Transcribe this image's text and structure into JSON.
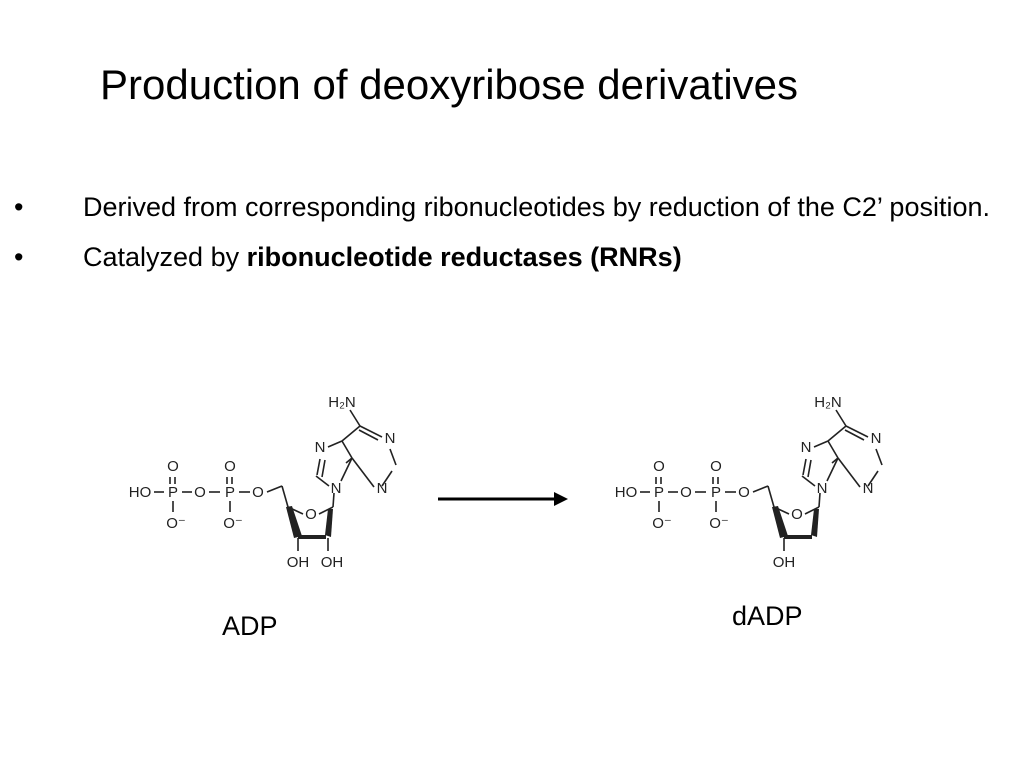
{
  "slide": {
    "title": "Production of deoxyribose derivatives",
    "bullet_marker": "•",
    "bullets": [
      {
        "text": "Derived from corresponding ribonucleotides by reduction of the C2’ position."
      },
      {
        "prefix": "Catalyzed by ",
        "bold": "ribonucleotide reductases (RNRs)"
      }
    ]
  },
  "figure": {
    "left_label": "ADP",
    "right_label": "dADP",
    "atoms": {
      "ho": "HO",
      "p": "P",
      "o": "O",
      "o_minus": "O⁻",
      "n": "N",
      "h2n": "H₂N",
      "oh": "OH"
    },
    "arrow_icon": "right-arrow-icon"
  }
}
